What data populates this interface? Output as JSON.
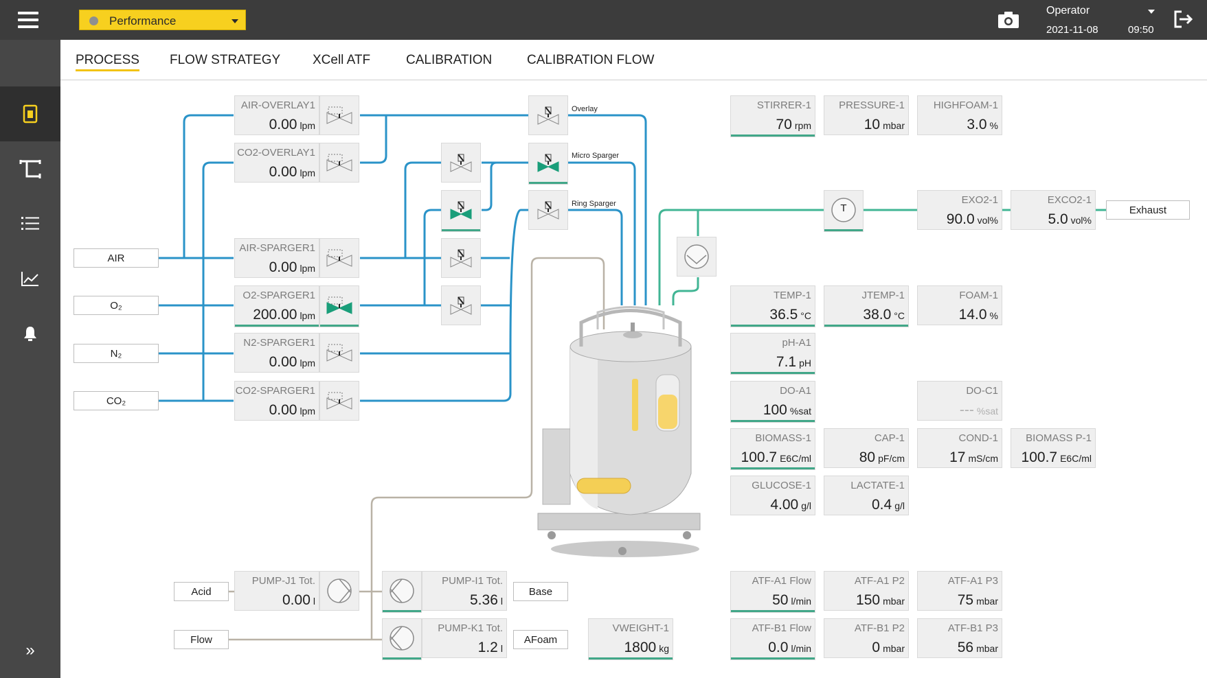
{
  "header": {
    "mode": "Performance",
    "user": "Operator",
    "date": "2021-11-08",
    "time": "09:50",
    "icons": [
      "menu-icon",
      "camera-icon",
      "logout-icon"
    ]
  },
  "sidebar": {
    "items": [
      "bioreactor-icon",
      "piping-icon",
      "list-icon",
      "trend-icon",
      "alarm-bell-icon"
    ],
    "expand": "»"
  },
  "tabs": [
    "PROCESS",
    "FLOW STRATEGY",
    "XCell ATF",
    "CALIBRATION",
    "CALIBRATION FLOW"
  ],
  "gas_sources": [
    "AIR",
    "O₂",
    "N₂",
    "CO₂"
  ],
  "gas_controllers": [
    {
      "label": "AIR-OVERLAY1",
      "value": "0.00",
      "unit": "lpm"
    },
    {
      "label": "CO2-OVERLAY1",
      "value": "0.00",
      "unit": "lpm"
    },
    {
      "label": "AIR-SPARGER1",
      "value": "0.00",
      "unit": "lpm"
    },
    {
      "label": "O2-SPARGER1",
      "value": "200.00",
      "unit": "lpm"
    },
    {
      "label": "N2-SPARGER1",
      "value": "0.00",
      "unit": "lpm"
    },
    {
      "label": "CO2-SPARGER1",
      "value": "0.00",
      "unit": "lpm"
    }
  ],
  "valve_labels": [
    "Overlay",
    "Micro Sparger",
    "Ring Sparger"
  ],
  "top_sensors": [
    {
      "label": "STIRRER-1",
      "value": "70",
      "unit": "rpm"
    },
    {
      "label": "PRESSURE-1",
      "value": "10",
      "unit": "mbar"
    },
    {
      "label": "HIGHFOAM-1",
      "value": "3.0",
      "unit": "%"
    }
  ],
  "exhaust": {
    "temp_symbol": "T",
    "sensors": [
      {
        "label": "EXO2-1",
        "value": "90.0",
        "unit": "vol%"
      },
      {
        "label": "EXCO2-1",
        "value": "5.0",
        "unit": "vol%"
      }
    ],
    "label": "Exhaust"
  },
  "sensors": [
    {
      "label": "TEMP-1",
      "value": "36.5",
      "unit": "°C"
    },
    {
      "label": "JTEMP-1",
      "value": "38.0",
      "unit": "°C"
    },
    {
      "label": "FOAM-1",
      "value": "14.0",
      "unit": "%"
    },
    {
      "label": "pH-A1",
      "value": "7.1",
      "unit": "pH"
    },
    {
      "label": "DO-A1",
      "value": "100",
      "unit": "%sat"
    },
    {
      "label": "DO-C1",
      "value": "---",
      "unit": "%sat"
    },
    {
      "label": "BIOMASS-1",
      "value": "100.7",
      "unit": "E6C/ml"
    },
    {
      "label": "CAP-1",
      "value": "80",
      "unit": "pF/cm"
    },
    {
      "label": "COND-1",
      "value": "17",
      "unit": "mS/cm"
    },
    {
      "label": "BIOMASS P-1",
      "value": "100.7",
      "unit": "E6C/ml"
    },
    {
      "label": "GLUCOSE-1",
      "value": "4.00",
      "unit": "g/l"
    },
    {
      "label": "LACTATE-1",
      "value": "0.4",
      "unit": "g/l"
    }
  ],
  "atf": [
    {
      "label": "ATF-A1 Flow",
      "value": "50",
      "unit": "l/min"
    },
    {
      "label": "ATF-A1 P2",
      "value": "150",
      "unit": "mbar"
    },
    {
      "label": "ATF-A1 P3",
      "value": "75",
      "unit": "mbar"
    },
    {
      "label": "ATF-B1 Flow",
      "value": "0.0",
      "unit": "l/min"
    },
    {
      "label": "ATF-B1 P2",
      "value": "0",
      "unit": "mbar"
    },
    {
      "label": "ATF-B1 P3",
      "value": "56",
      "unit": "mbar"
    }
  ],
  "pumps": [
    {
      "label": "PUMP-J1 Tot.",
      "value": "0.00",
      "unit": "l"
    },
    {
      "label": "PUMP-I1 Tot.",
      "value": "5.36",
      "unit": "l"
    },
    {
      "label": "PUMP-K1 Tot.",
      "value": "1.2",
      "unit": "l"
    }
  ],
  "liquid_tags": [
    "Acid",
    "Flow",
    "Base",
    "AFoam"
  ],
  "weight": {
    "label": "VWEIGHT-1",
    "value": "1800",
    "unit": "kg"
  },
  "colors": {
    "accent": "#f7d01f",
    "gas_line": "#2a93c8",
    "exhaust_line": "#41b594",
    "liquid_line": "#b9b2a6",
    "active_valve": "#1a9e7a",
    "topbar": "#3c3c3c",
    "sidebar": "#474747"
  }
}
